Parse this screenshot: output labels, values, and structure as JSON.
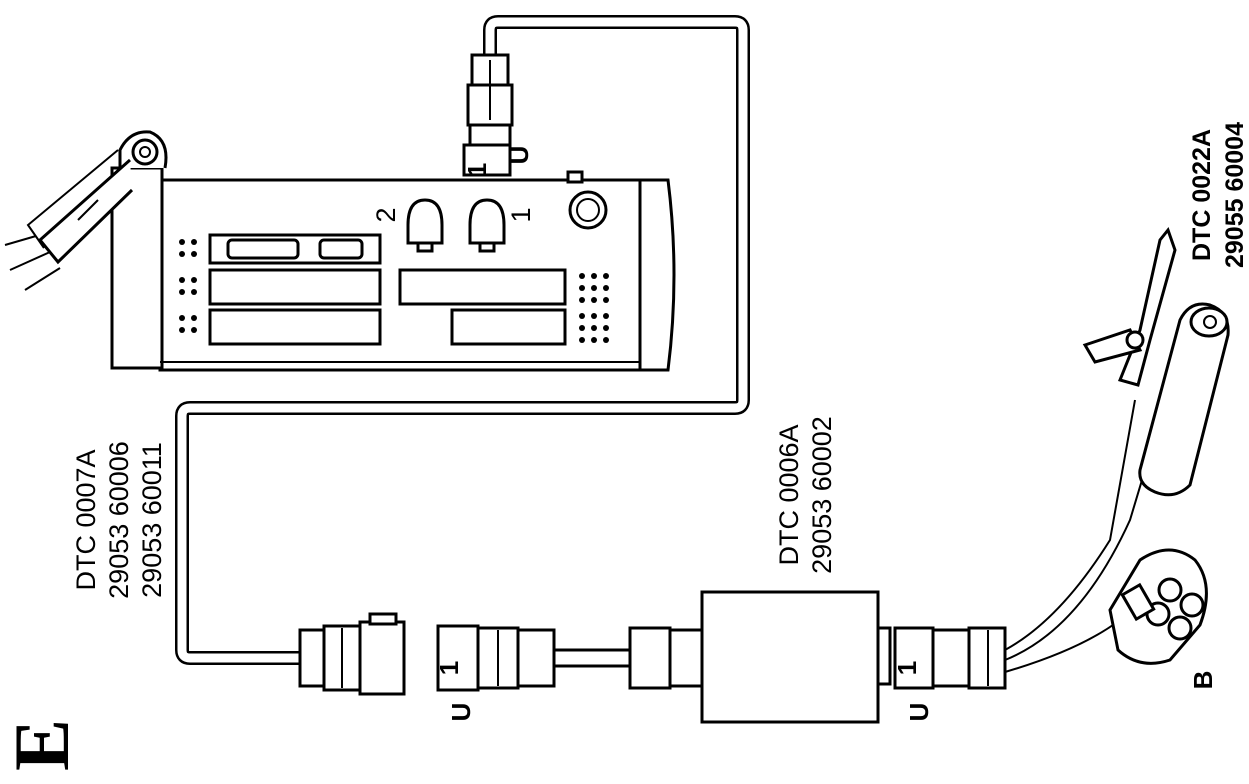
{
  "figure": {
    "section_letter": "E",
    "labels": {
      "cable_group": [
        "DTC 0007A",
        "29053 60006",
        "29053 60011"
      ],
      "adapter_group": [
        "DTC 0006A",
        "29053 60002"
      ],
      "probe_group": [
        "DTC 0022A",
        "29055 60004"
      ]
    },
    "connector_marks": {
      "u": "U",
      "one": "1",
      "b": "B"
    },
    "port_numbers": {
      "port_1": "1",
      "port_2": "2"
    }
  }
}
